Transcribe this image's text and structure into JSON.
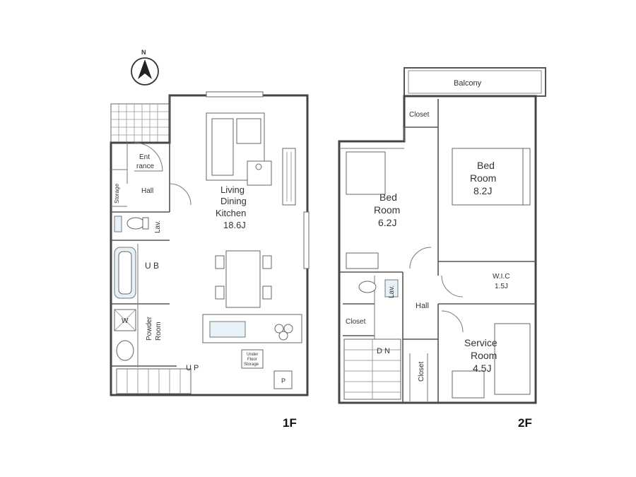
{
  "compass": {
    "north": "N"
  },
  "floors": [
    {
      "label": "1F",
      "rooms": [
        {
          "key": "entrance",
          "lines": [
            "Ent",
            "rance"
          ]
        },
        {
          "key": "storage",
          "lines": [
            "Storage"
          ]
        },
        {
          "key": "hall",
          "lines": [
            "Hall"
          ]
        },
        {
          "key": "ldk",
          "lines": [
            "Living",
            "Dining",
            "Kitchen",
            "18.6J"
          ]
        },
        {
          "key": "lav",
          "lines": [
            "Lav."
          ]
        },
        {
          "key": "ub",
          "lines": [
            "U B"
          ]
        },
        {
          "key": "powder",
          "lines": [
            "Powder",
            "Room"
          ]
        },
        {
          "key": "washer",
          "lines": [
            "W"
          ]
        },
        {
          "key": "under-floor-storage",
          "lines": [
            "Under",
            "Floor",
            "Storage"
          ]
        },
        {
          "key": "p",
          "lines": [
            "P"
          ]
        },
        {
          "key": "up",
          "lines": [
            "U P"
          ]
        }
      ]
    },
    {
      "label": "2F",
      "rooms": [
        {
          "key": "balcony",
          "lines": [
            "Balcony"
          ]
        },
        {
          "key": "closet-top",
          "lines": [
            "Closet"
          ]
        },
        {
          "key": "bedroom-82",
          "lines": [
            "Bed",
            "Room",
            "8.2J"
          ]
        },
        {
          "key": "bedroom-62",
          "lines": [
            "Bed",
            "Room",
            "6.2J"
          ]
        },
        {
          "key": "wic",
          "lines": [
            "W.I.C",
            "1.5J"
          ]
        },
        {
          "key": "lav2",
          "lines": [
            "Lav."
          ]
        },
        {
          "key": "hall2",
          "lines": [
            "Hall"
          ]
        },
        {
          "key": "closet-left",
          "lines": [
            "Closet"
          ]
        },
        {
          "key": "dn",
          "lines": [
            "D N"
          ]
        },
        {
          "key": "closet-mid",
          "lines": [
            "Closet"
          ]
        },
        {
          "key": "service-room",
          "lines": [
            "Service",
            "Room",
            "4.5J"
          ]
        }
      ]
    }
  ]
}
